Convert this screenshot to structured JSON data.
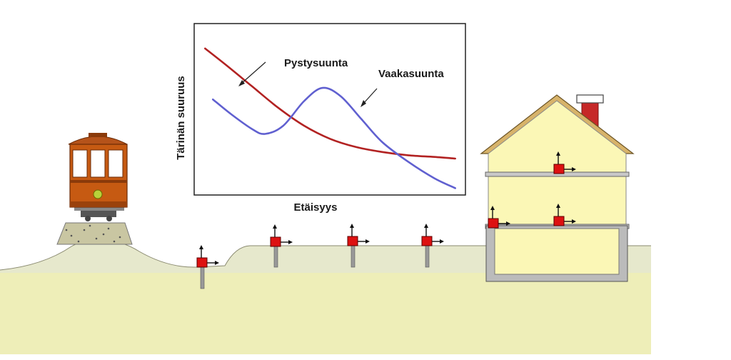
{
  "chart": {
    "xlabel": "Etäisyys",
    "ylabel": "Tärinän suuruus",
    "annotations": [
      "Pystysuunta",
      "Vaakasuunta"
    ]
  },
  "chart_data": {
    "type": "line",
    "xlabel": "Etäisyys",
    "ylabel": "Tärinän suuruus",
    "xlim": [
      0,
      1
    ],
    "ylim": [
      0,
      1
    ],
    "grid": false,
    "series": [
      {
        "name": "Pystysuunta",
        "color": "#b22222",
        "x": [
          0.02,
          0.1,
          0.2,
          0.3,
          0.4,
          0.5,
          0.6,
          0.7,
          0.8,
          0.9,
          0.98
        ],
        "y": [
          0.87,
          0.77,
          0.64,
          0.51,
          0.4,
          0.32,
          0.27,
          0.24,
          0.22,
          0.21,
          0.2
        ]
      },
      {
        "name": "Vaakasuunta",
        "color": "#6060d0",
        "x": [
          0.05,
          0.12,
          0.2,
          0.25,
          0.32,
          0.4,
          0.47,
          0.54,
          0.62,
          0.7,
          0.8,
          0.9,
          0.98
        ],
        "y": [
          0.56,
          0.47,
          0.38,
          0.35,
          0.4,
          0.55,
          0.63,
          0.58,
          0.44,
          0.3,
          0.18,
          0.08,
          0.02
        ]
      }
    ]
  },
  "colors": {
    "ground": "#eeeeb8",
    "ground_surface": "#e6e8cc",
    "pvertical": "#b22222",
    "phorizontal": "#6060d0",
    "sensor": "#dd1111",
    "house_wall": "#fbf7b6",
    "roof": "#d7b36a",
    "chimney": "#c62828",
    "tram_body": "#c65a12",
    "tram_light": "#b8d23a"
  },
  "icons": [
    "tram-icon",
    "house-icon",
    "vibration-sensor-icon"
  ]
}
